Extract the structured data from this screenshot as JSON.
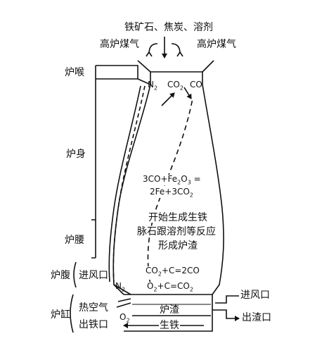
{
  "title": "铁矿石、焦炭、溶剂",
  "gas_left": "高炉煤气",
  "gas_right": "高炉煤气",
  "top_gases": {
    "n2": "N",
    "n2_sub": "2",
    "co2": "CO",
    "co2_sub": "2",
    "co": "CO"
  },
  "zones": {
    "throat": "炉喉",
    "shaft": "炉身",
    "waist": "炉腰",
    "bosh": "炉腹",
    "hearth": "炉缸"
  },
  "reaction_main": {
    "line1_a": "3CO+Fe",
    "line1_sub1": "2",
    "line1_b": "O",
    "line1_sub2": "3",
    "line1_c": " =",
    "line2_a": "2Fe+3CO",
    "line2_sub": "2"
  },
  "process_text": [
    "开始生成生铁",
    "脉石跟溶剂等反应",
    "形成炉渣"
  ],
  "reaction_lower": {
    "r1_a": "CO",
    "r1_sub": "2",
    "r1_b": "+C=2CO",
    "r2_a": "O",
    "r2_sub1": "2",
    "r2_b": "+C=CO",
    "r2_sub2": "2"
  },
  "left_labels": {
    "air_inlet": "进风口",
    "hot_air": "热空气",
    "iron_outlet": "出铁口"
  },
  "small_gases": {
    "n2": "N",
    "n2_sub": "2",
    "o2": "O",
    "o2_sub": "2"
  },
  "inside_labels": {
    "slag": "炉渣",
    "iron": "生铁"
  },
  "right_labels": {
    "air_inlet": "进风口",
    "slag_outlet": "出渣口"
  }
}
